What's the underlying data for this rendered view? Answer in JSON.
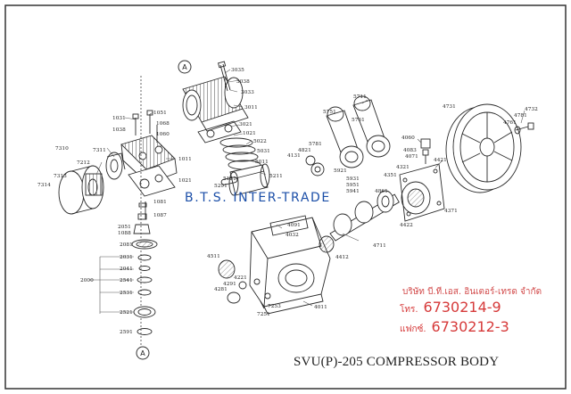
{
  "diagram": {
    "title": "SVU(P)-205 COMPRESSOR BODY",
    "watermark": "B.T.S. INTER-TRADE",
    "ref_marker": "A",
    "part_numbers": {
      "p3035": "3035",
      "p3038": "3038",
      "p3033": "3033",
      "p3011": "3011",
      "p3021": "3021",
      "p1021": "1021",
      "p5022": "5022",
      "p5031": "5031",
      "p5011": "5011",
      "p5211": "5211",
      "p5291": "5291",
      "p5181": "5181",
      "p1031": "1031",
      "p1051": "1051",
      "p1068": "1068",
      "p1038": "1038",
      "p1060": "1060",
      "p7311": "7311",
      "p7310": "7310",
      "p7212": "7212",
      "p7313": "7313",
      "p7314": "7314",
      "p1011": "1011",
      "p1021b": "1021",
      "p1081": "1081",
      "p1087": "1087",
      "p2051": "2051",
      "p1088": "1088",
      "p2081": "2081",
      "p2031": "2031",
      "p2041": "2041",
      "p2000": "2000",
      "p2541": "2541",
      "p2531": "2531",
      "p2521": "2521",
      "p2591": "2591",
      "p5711": "5711",
      "p5761": "5761",
      "p5751": "5751",
      "p5781": "5781",
      "p4821": "4821",
      "p4131": "4131",
      "p5921": "5921",
      "p5931": "5931",
      "p5951": "5951",
      "p5941": "5941",
      "p4861": "4861",
      "p4731": "4731",
      "p4781": "4781",
      "p4732": "4732",
      "p4761": "4761",
      "p4060": "4060",
      "p4083": "4083",
      "p4071": "4071",
      "p4421": "4421",
      "p4321": "4321",
      "p4351": "4351",
      "p4371": "4371",
      "p4422": "4422",
      "p4711": "4711",
      "p4091": "4091",
      "p4032": "4032",
      "p4511": "4511",
      "p4221": "4221",
      "p4291": "4291",
      "p4281": "4281",
      "p7253": "7253",
      "p7251": "7251",
      "p4011": "4011",
      "p4412": "4412"
    }
  },
  "stamp": {
    "company": "บริษัท บี.ที.เอส. อินเตอร์-เทรด จำกัด",
    "tel_label": "โทร.",
    "tel": "6730214-9",
    "fax_label": "แฟกซ์.",
    "fax": "6730212-3"
  }
}
